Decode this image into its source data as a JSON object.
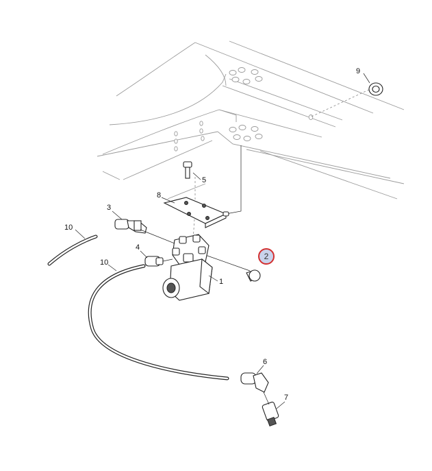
{
  "diagram": {
    "accent_color": "#d32f2f",
    "highlight_fill": "#c9d3ec",
    "callouts": [
      {
        "id": "c1",
        "label": "1"
      },
      {
        "id": "c2",
        "label": "2",
        "highlighted": true
      },
      {
        "id": "c3",
        "label": "3"
      },
      {
        "id": "c4",
        "label": "4"
      },
      {
        "id": "c5",
        "label": "5"
      },
      {
        "id": "c6",
        "label": "6"
      },
      {
        "id": "c7",
        "label": "7"
      },
      {
        "id": "c8",
        "label": "8"
      },
      {
        "id": "c9",
        "label": "9"
      },
      {
        "id": "c10a",
        "label": "10"
      },
      {
        "id": "c10b",
        "label": "10"
      }
    ]
  }
}
